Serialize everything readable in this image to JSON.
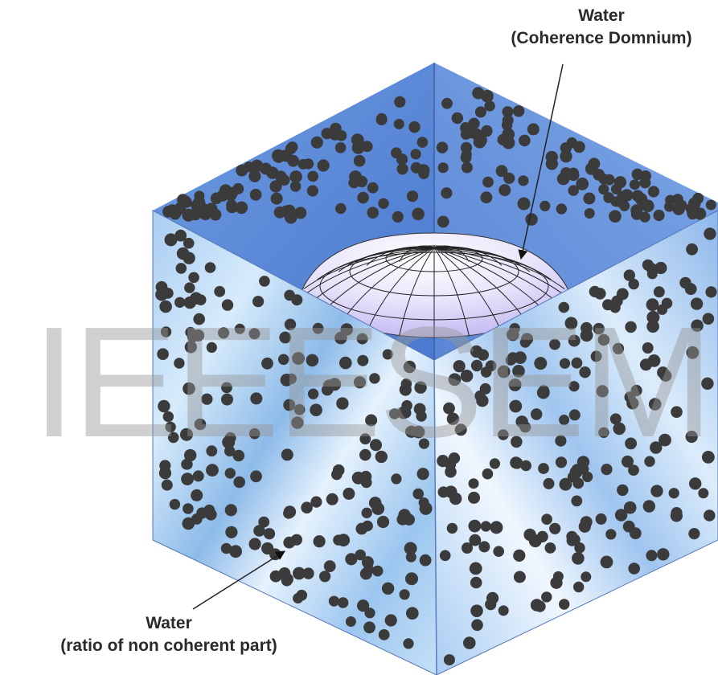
{
  "labels": {
    "top": {
      "title": "Water",
      "subtitle": "(Coherence Domnium)"
    },
    "bottom": {
      "title": "Water",
      "subtitle": "(ratio of non coherent part)"
    }
  },
  "watermark": "IEEESEM",
  "colors": {
    "water_blue": "#8fb8e8",
    "deep_blue": "#4a76c2",
    "dome_lavender": "#d9d2f5",
    "particle": "#3b3b3b"
  }
}
